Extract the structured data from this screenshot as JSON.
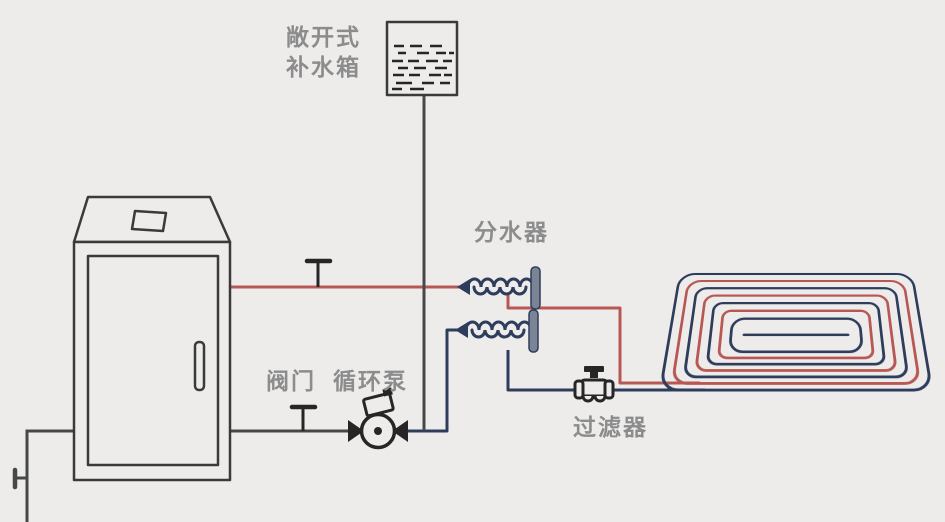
{
  "labels": {
    "tank_line1": "敞开式",
    "tank_line2": "补水箱",
    "manifold": "分水器",
    "valve": "阀门",
    "pump": "循环泵",
    "filter": "过滤器"
  },
  "colors": {
    "background": "#edeceb",
    "supply": "#b85854",
    "return": "#2e3d5c",
    "pipe": "#474747",
    "outline": "#3a3a3a",
    "symbol": "#262626",
    "label": "#8c8c8c",
    "manifold_bar": "#7a8494"
  },
  "components": [
    "boiler",
    "open-expansion-tank",
    "supply-manifold",
    "return-manifold",
    "circulation-pump",
    "supply-valve",
    "return-valve",
    "filter",
    "floor-heating-coil",
    "drain"
  ]
}
